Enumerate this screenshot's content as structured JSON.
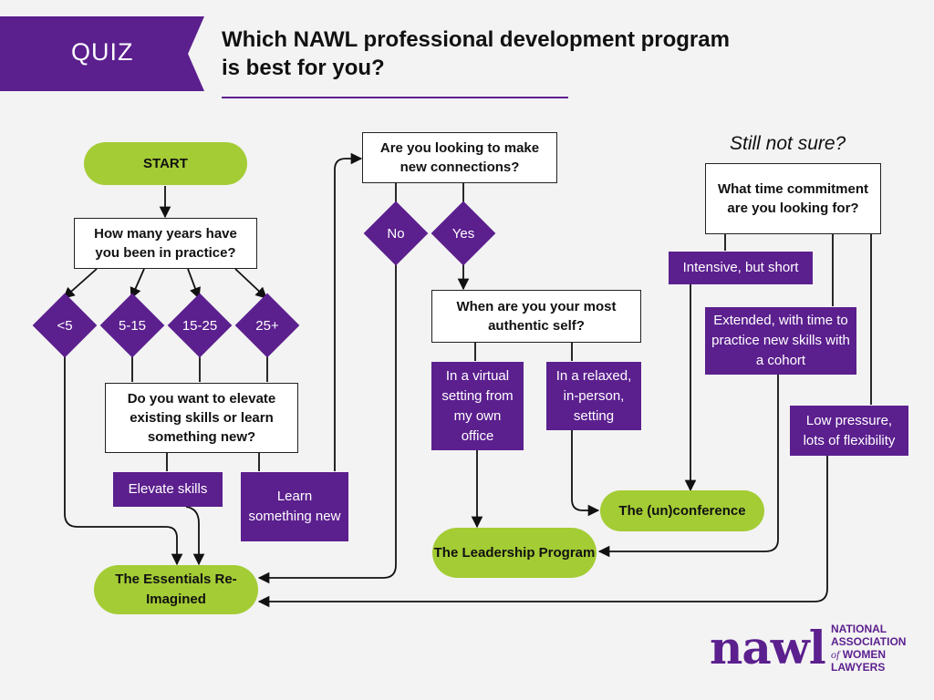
{
  "header": {
    "badge": "QUIZ",
    "title": "Which NAWL professional development program is best for you?"
  },
  "start": "START",
  "q_years": "How many years have you been in practice?",
  "years": [
    "<5",
    "5-15",
    "15-25",
    "25+"
  ],
  "q_elevate": "Do you want to elevate existing skills or learn something new?",
  "elevate_options": [
    "Elevate skills",
    "Learn something new"
  ],
  "q_connections": "Are you looking to make new connections?",
  "connection_options": [
    "No",
    "Yes"
  ],
  "q_authentic": "When are you your most authentic self?",
  "authentic_options": [
    "In a virtual setting from my own office",
    "In a relaxed, in-person, setting"
  ],
  "still_not_sure": "Still not sure?",
  "q_time": "What time commitment are you looking for?",
  "time_options": [
    "Intensive, but short",
    "Extended, with time to practice new skills with a cohort",
    "Low pressure, lots of flexibility"
  ],
  "outcomes": {
    "essentials": "The Essentials Re-Imagined",
    "leadership": "The Leadership Program",
    "unconference": "The (un)conference"
  },
  "logo": {
    "wordmark": "nawl",
    "line1": "NATIONAL",
    "line2": "ASSOCIATION",
    "of": "of",
    "line3": "WOMEN",
    "line4": "LAWYERS"
  },
  "colors": {
    "purple": "#5b1f8e",
    "green": "#a4cc35",
    "background": "#f3f3f3"
  }
}
